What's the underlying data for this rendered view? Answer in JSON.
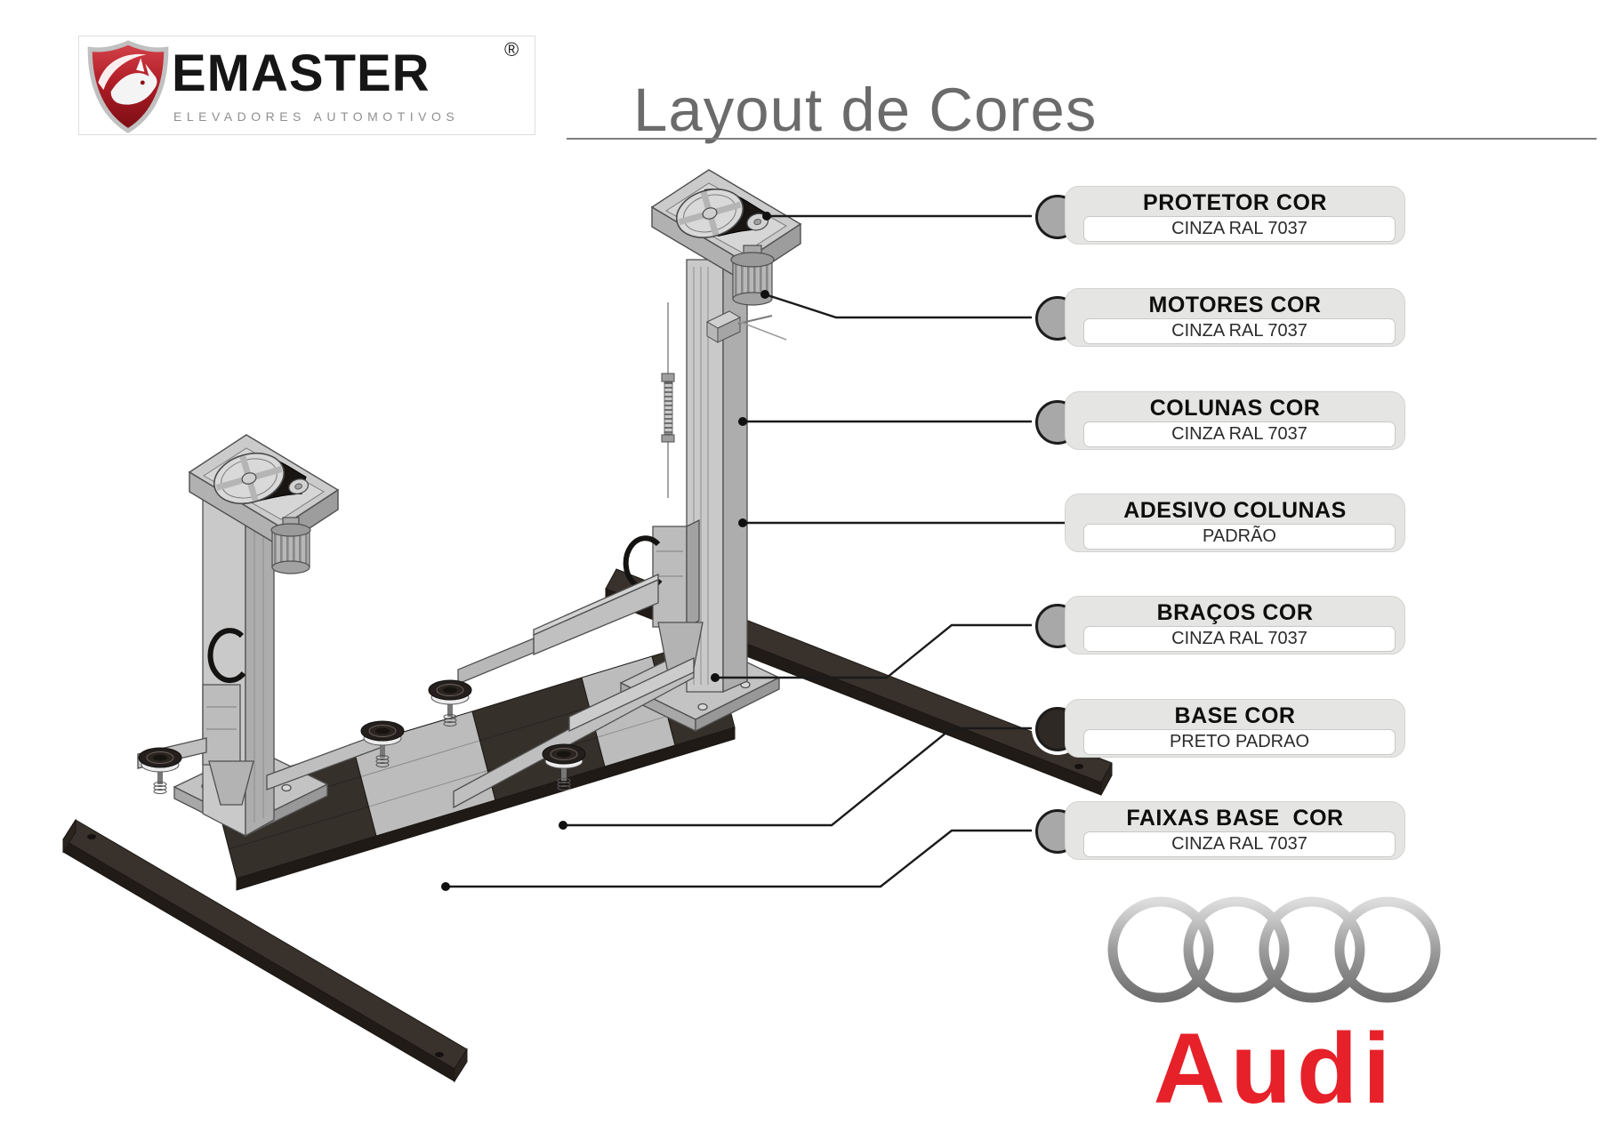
{
  "header": {
    "brand": "EMASTER",
    "registered_mark": "®",
    "tagline": "ELEVADORES AUTOMOTIVOS",
    "page_title": "Layout de Cores"
  },
  "callouts": [
    {
      "label": "PROTETOR COR",
      "value": "CINZA RAL 7037",
      "marker_color": "#a8a8a8"
    },
    {
      "label": "MOTORES COR",
      "value": "CINZA RAL 7037",
      "marker_color": "#a8a8a8"
    },
    {
      "label": "COLUNAS COR",
      "value": "CINZA RAL 7037",
      "marker_color": "#a8a8a8"
    },
    {
      "label": "ADESIVO COLUNAS",
      "value": "PADRÃO",
      "marker_color": null
    },
    {
      "label": "BRAÇOS COR",
      "value": "CINZA RAL 7037",
      "marker_color": "#a8a8a8"
    },
    {
      "label": "BASE COR",
      "value": "PRETO PADRAO",
      "marker_color": "#2e2925"
    },
    {
      "label": "FAIXAS BASE  COR",
      "value": "CINZA RAL 7037",
      "marker_color": "#a8a8a8"
    }
  ],
  "footer_logo": {
    "brand": "Audi"
  },
  "colors": {
    "audi_red": "#e62129",
    "shield_red": "#a3161e",
    "marker_gray": "#a8a8a8",
    "marker_black": "#2e2925",
    "lift_gray": "#c9c9c9",
    "base_black": "#35302a",
    "title_gray": "#6b6b6b"
  }
}
